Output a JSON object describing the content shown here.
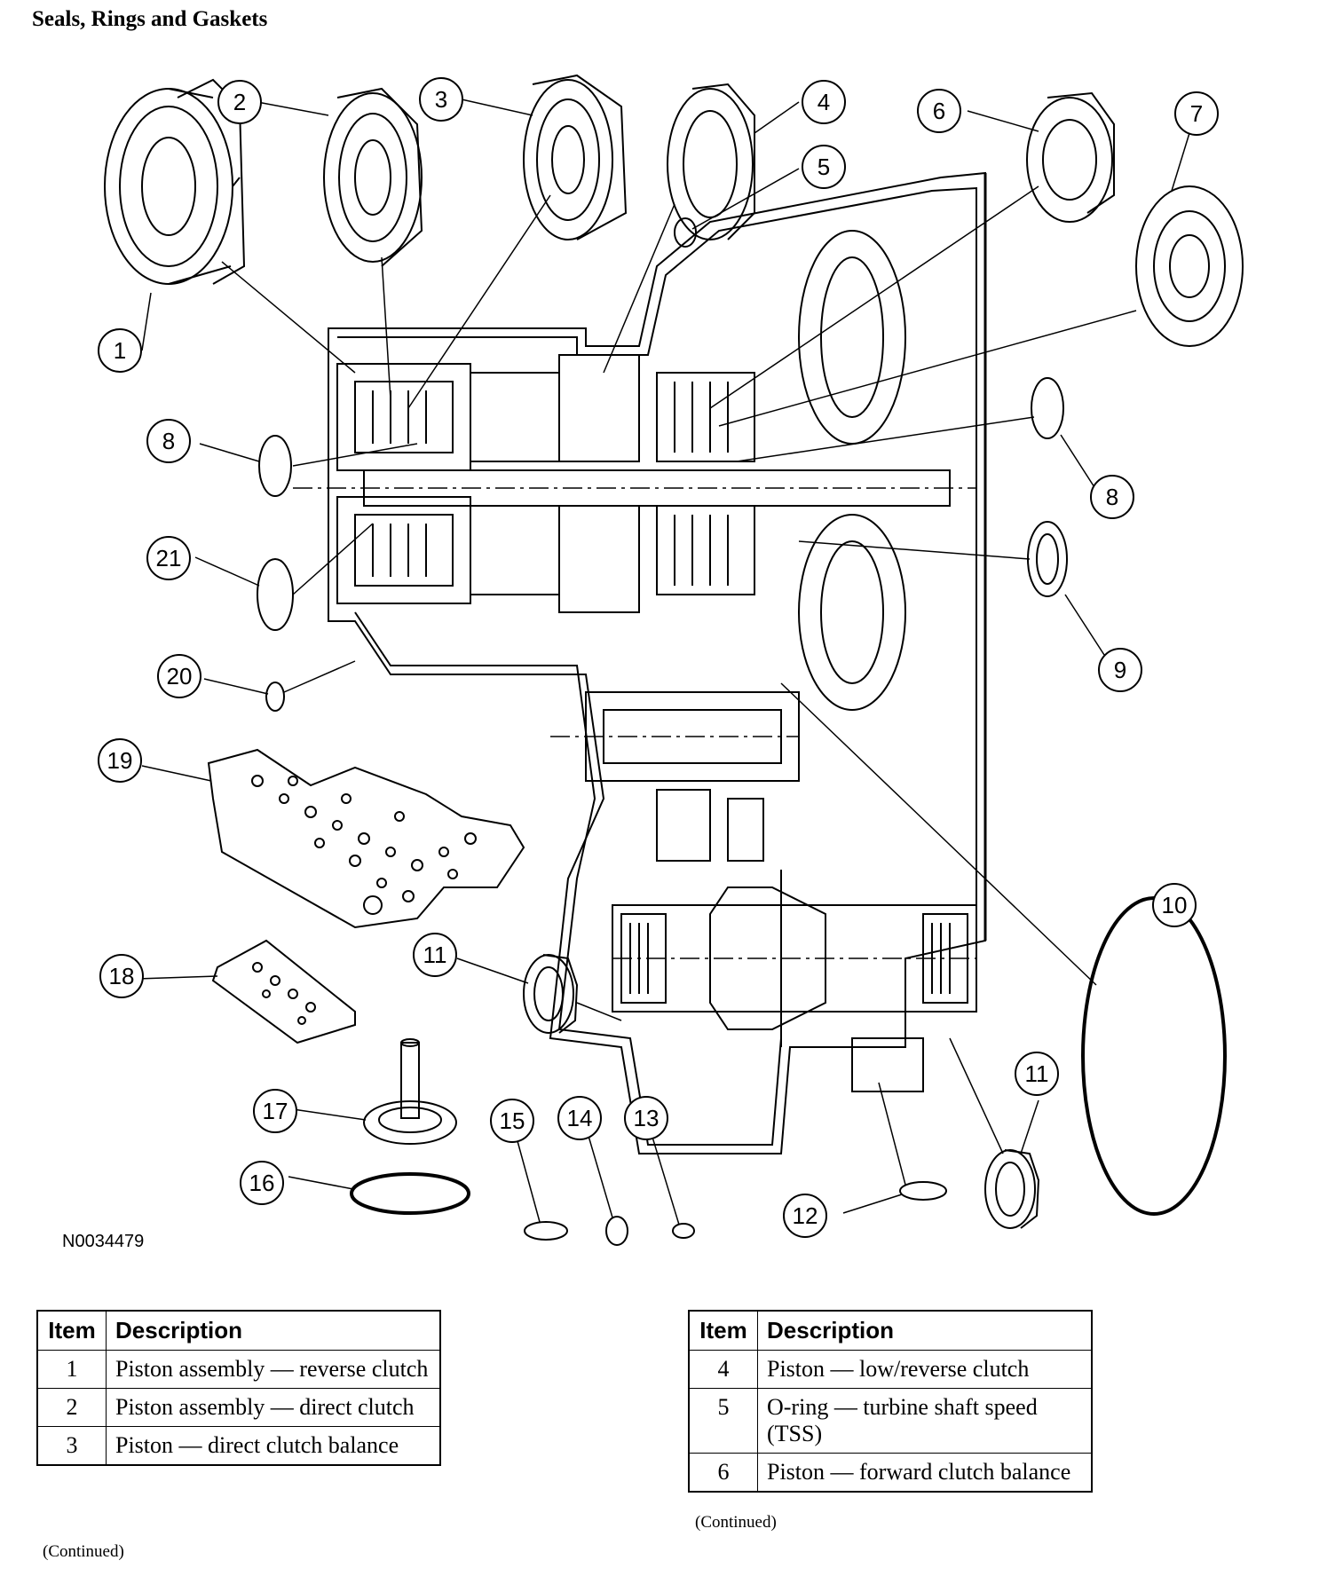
{
  "title": "Seals, Rings and Gaskets",
  "figure_id": "N0034479",
  "callouts": [
    "1",
    "2",
    "3",
    "4",
    "5",
    "6",
    "7",
    "8",
    "8",
    "9",
    "10",
    "11",
    "11",
    "12",
    "13",
    "14",
    "15",
    "16",
    "17",
    "18",
    "19",
    "20",
    "21"
  ],
  "table_left": {
    "headers": [
      "Item",
      "Description"
    ],
    "rows": [
      {
        "item": "1",
        "description": "Piston assembly — reverse clutch"
      },
      {
        "item": "2",
        "description": "Piston assembly — direct clutch"
      },
      {
        "item": "3",
        "description": "Piston — direct clutch balance"
      }
    ],
    "continued": "(Continued)"
  },
  "table_right": {
    "headers": [
      "Item",
      "Description"
    ],
    "rows": [
      {
        "item": "4",
        "description": "Piston — low/reverse clutch"
      },
      {
        "item": "5",
        "description": "O-ring — turbine shaft speed (TSS)"
      },
      {
        "item": "6",
        "description": "Piston — forward clutch balance"
      }
    ],
    "continued": "(Continued)"
  }
}
